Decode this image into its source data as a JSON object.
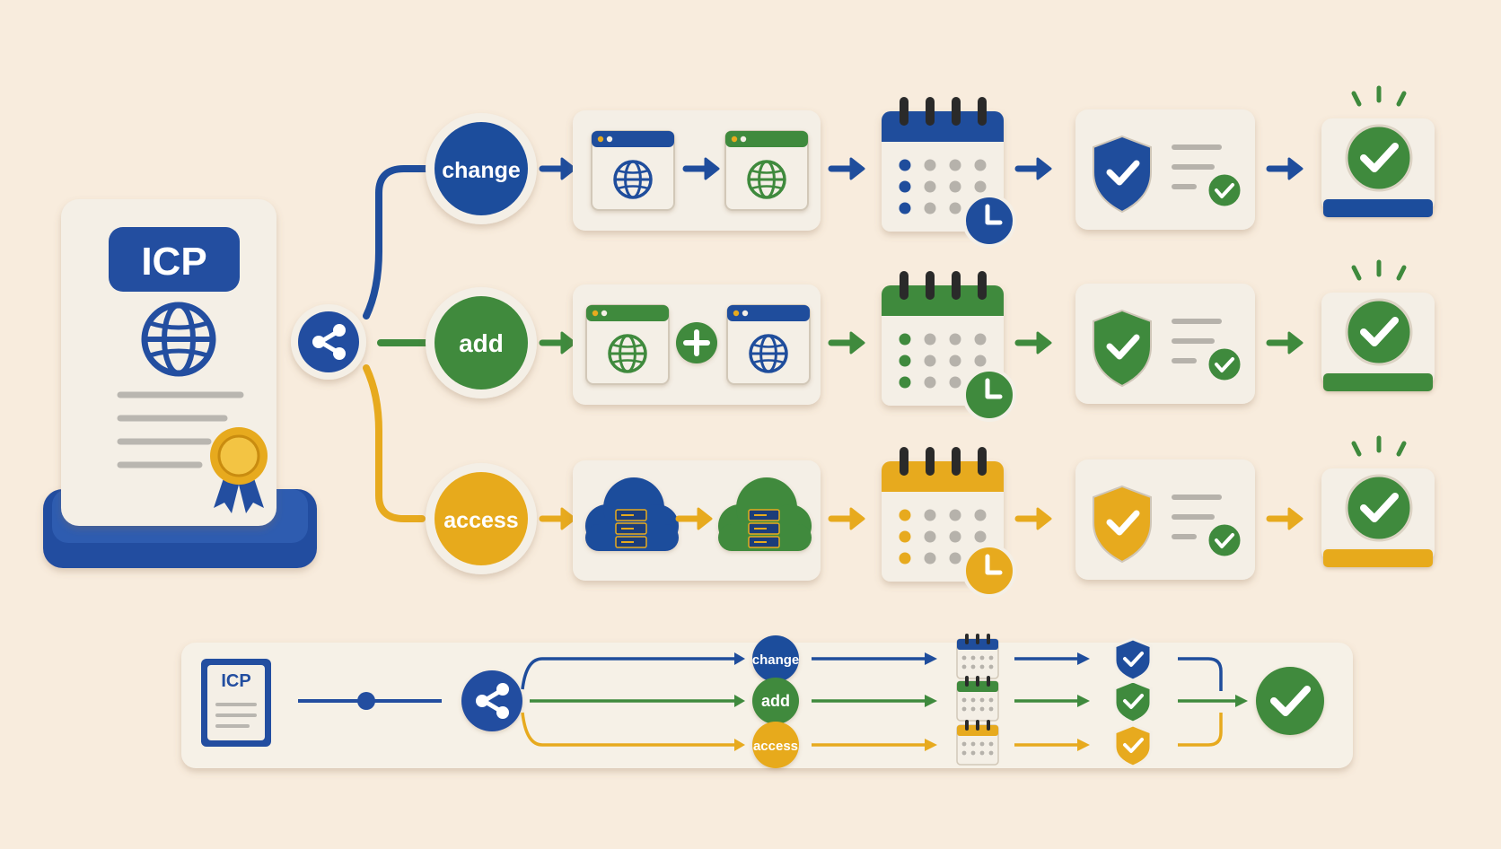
{
  "colors": {
    "blue": "#1f4d9c",
    "green": "#3f8a3d",
    "yellow": "#e7aa1e",
    "card": "#f6f1e7",
    "background": "#f8ecdd",
    "gray": "#b6b2ab"
  },
  "certificate": {
    "label": "ICP",
    "icons": [
      "globe-icon",
      "award-ribbon-icon"
    ]
  },
  "hub": {
    "icon": "share-icon"
  },
  "branches": [
    {
      "key": "change",
      "label": "change",
      "color": "blue",
      "action": "globe-window-to-globe-window",
      "steps": [
        "calendar-clock-icon",
        "shield-check-icon",
        "success-check-icon"
      ]
    },
    {
      "key": "add",
      "label": "add",
      "color": "green",
      "action": "globe-window-plus-globe-window",
      "steps": [
        "calendar-clock-icon",
        "shield-check-icon",
        "success-check-icon"
      ]
    },
    {
      "key": "access",
      "label": "access",
      "color": "yellow",
      "action": "cloud-server-to-cloud-server",
      "steps": [
        "calendar-clock-icon",
        "shield-check-icon",
        "success-check-icon"
      ]
    }
  ],
  "summary": {
    "doc_label": "ICP",
    "labels": [
      "change",
      "add",
      "access"
    ]
  }
}
